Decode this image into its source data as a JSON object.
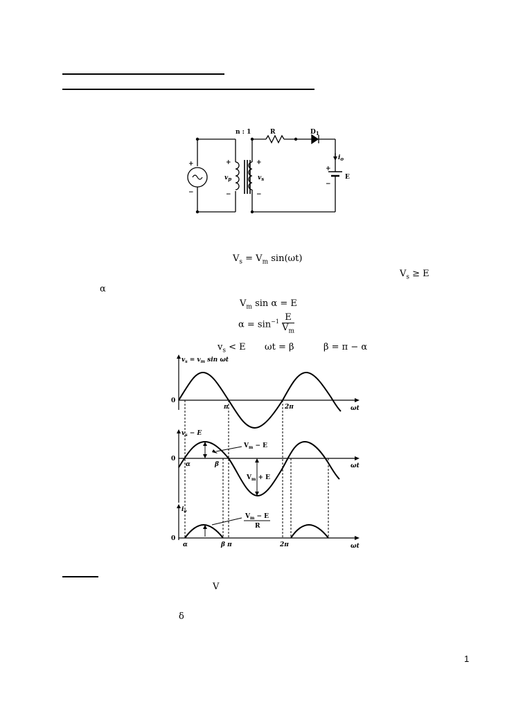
{
  "circuit": {
    "ratio": "n : 1",
    "resistor": "R",
    "diode": "D",
    "diode_sub": "1",
    "current": "i",
    "current_sub": "o",
    "battery": "E",
    "vp": "v",
    "vp_sub": "p",
    "vs": "v",
    "vs_sub": "s",
    "plus": "+",
    "minus": "−",
    "source_symbol": "~"
  },
  "equations": {
    "eq1": {
      "a": "V",
      "a_sub": "s",
      "b": " = V",
      "b_sub": "m",
      "c": " sin(ωt)"
    },
    "eq2": {
      "a": "V",
      "a_sub": "s",
      "b": " ≥ E"
    },
    "alpha_label": "α",
    "eq3": {
      "a": "V",
      "a_sub": "m",
      "b": " sin α = E"
    },
    "eq4": {
      "a": "α = sin",
      "a_sup": "−1",
      "num": "E",
      "den": "V",
      "den_sub": "m"
    },
    "eq5a": {
      "a": "v",
      "a_sub": "s",
      "b": " < E"
    },
    "eq5b": "ωt = β",
    "eq5c": "β = π − α"
  },
  "waveforms": {
    "p1_label": "v",
    "p1_label_sub": "s",
    "p1_label_rest": " = v",
    "p1_label_sub2": "m",
    "p1_label_end": " sin ωt",
    "p2_label": "v",
    "p2_label_sub": "s",
    "p2_label_rest": " − E",
    "p3_label": "i",
    "p3_label_sub": "o",
    "zero": "0",
    "wt": "ωt",
    "pi": "π",
    "two_pi": "2π",
    "alpha": "α",
    "beta": "β",
    "beta_pi": "β π",
    "vm_minus_e": "V",
    "vm_minus_e_sub": "m",
    "vm_minus_e_rest": " − E",
    "vm_plus_e": "V",
    "vm_plus_e_sub": "m",
    "vm_plus_e_rest": " + E",
    "frac_num": "V",
    "frac_num_sub": "m",
    "frac_num_rest": " − E",
    "frac_den": "R"
  },
  "bottom": {
    "v_label": "V",
    "delta_label": "δ"
  },
  "page_number": "1"
}
